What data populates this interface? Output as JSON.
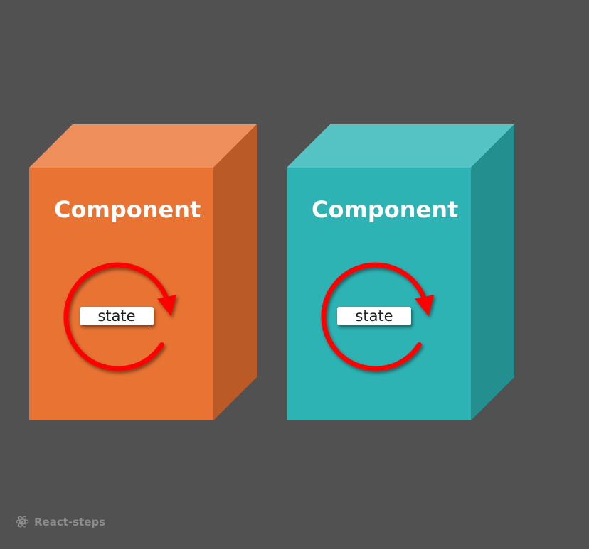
{
  "boxes": [
    {
      "title": "Component",
      "state_label": "state",
      "colors": {
        "front": "#E87332",
        "top": "#EF8F5C",
        "side": "#BA5B27"
      }
    },
    {
      "title": "Component",
      "state_label": "state",
      "colors": {
        "front": "#2DB3B4",
        "top": "#55C3C3",
        "side": "#238F8F"
      }
    }
  ],
  "cycle_arrow_color": "#FF0000",
  "state_pill_color": "#FFFFFF",
  "footer": {
    "icon": "react-atom-icon",
    "label": "React-steps"
  }
}
